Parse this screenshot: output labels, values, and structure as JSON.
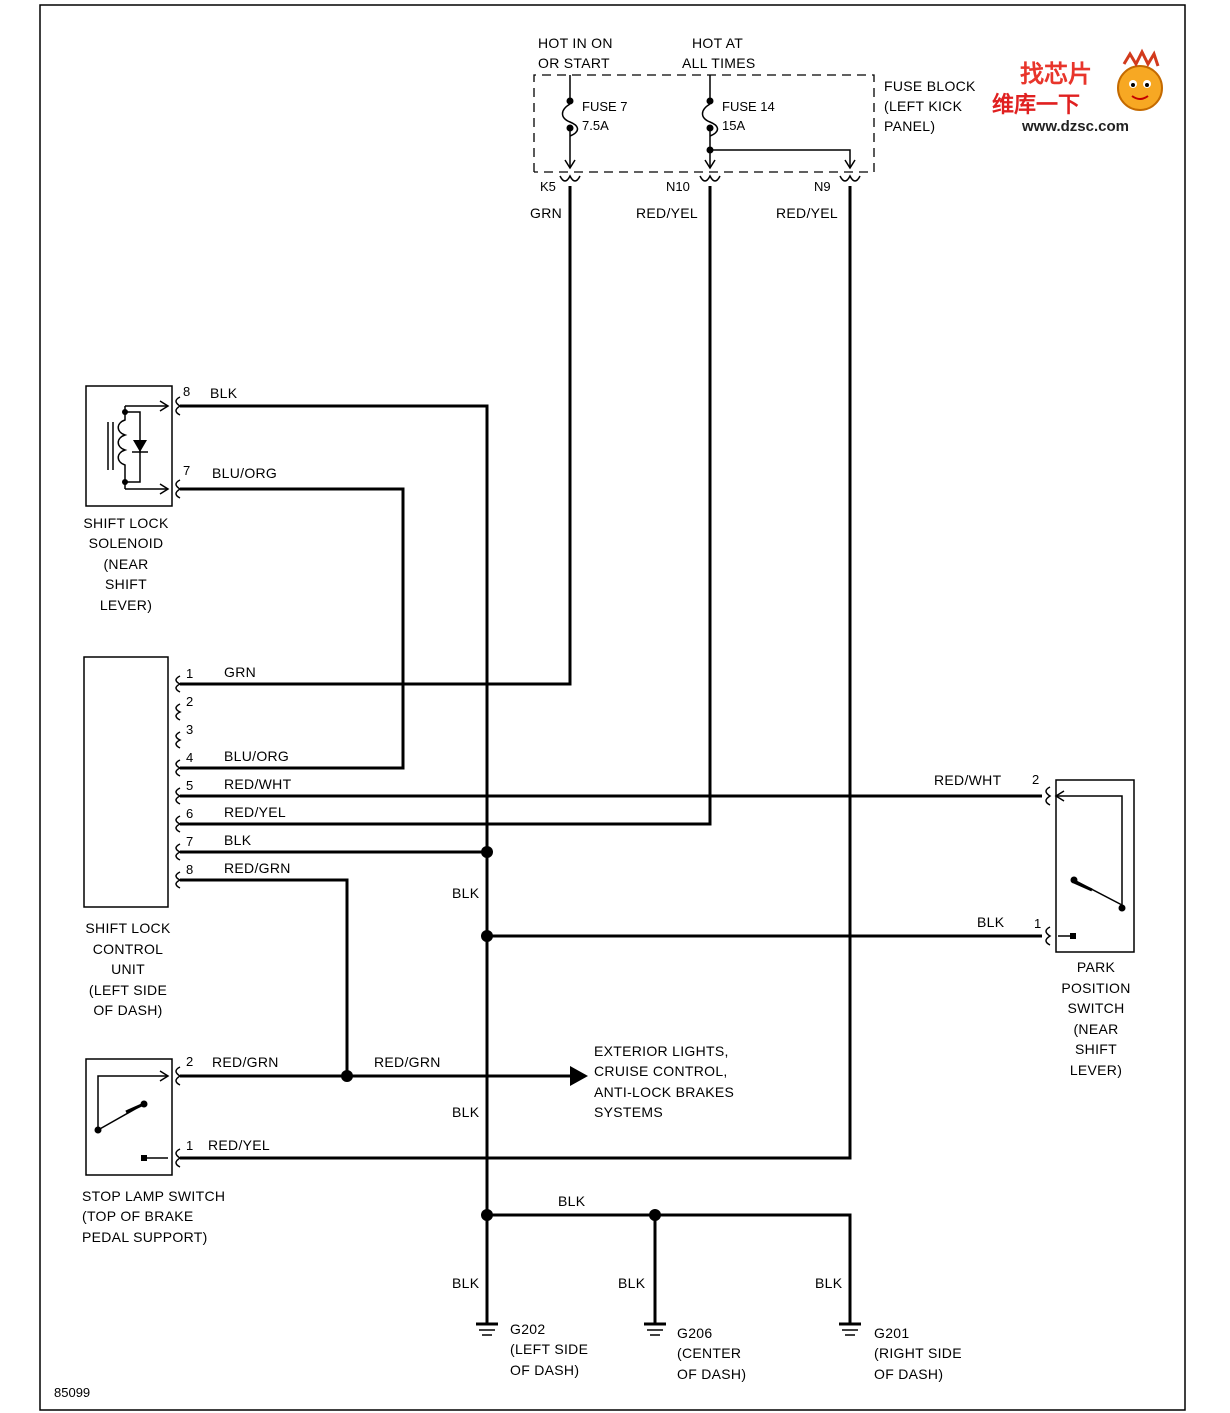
{
  "fuse_block": {
    "label_lines": [
      "FUSE BLOCK",
      "(LEFT KICK",
      "PANEL)"
    ],
    "hot_in_on": [
      "HOT IN ON",
      "OR START"
    ],
    "hot_at": [
      "HOT AT",
      "ALL TIMES"
    ],
    "fuse7": [
      "FUSE 7",
      "7.5A"
    ],
    "fuse14": [
      "FUSE 14",
      "15A"
    ],
    "terminals": [
      {
        "id": "K5",
        "wire": "GRN"
      },
      {
        "id": "N10",
        "wire": "RED/YEL"
      },
      {
        "id": "N9",
        "wire": "RED/YEL"
      }
    ]
  },
  "solenoid": {
    "label_lines": [
      "SHIFT LOCK",
      "SOLENOID",
      "(NEAR",
      "SHIFT",
      "LEVER)"
    ],
    "pins": [
      {
        "num": "8",
        "wire": "BLK"
      },
      {
        "num": "7",
        "wire": "BLU/ORG"
      }
    ]
  },
  "control_unit": {
    "label_lines": [
      "SHIFT LOCK",
      "CONTROL",
      "UNIT",
      "(LEFT SIDE",
      "OF DASH)"
    ],
    "pins": [
      {
        "num": "1",
        "wire": "GRN"
      },
      {
        "num": "2",
        "wire": ""
      },
      {
        "num": "3",
        "wire": ""
      },
      {
        "num": "4",
        "wire": "BLU/ORG"
      },
      {
        "num": "5",
        "wire": "RED/WHT"
      },
      {
        "num": "6",
        "wire": "RED/YEL"
      },
      {
        "num": "7",
        "wire": "BLK"
      },
      {
        "num": "8",
        "wire": "RED/GRN"
      }
    ]
  },
  "park_switch": {
    "label_lines": [
      "PARK",
      "POSITION",
      "SWITCH",
      "(NEAR",
      "SHIFT",
      "LEVER)"
    ],
    "pins": [
      {
        "num": "2",
        "wire": "RED/WHT"
      },
      {
        "num": "1",
        "wire": "BLK"
      }
    ]
  },
  "stop_lamp": {
    "label_lines": [
      "STOP LAMP SWITCH",
      "(TOP OF BRAKE",
      "PEDAL SUPPORT)"
    ],
    "pins": [
      {
        "num": "2",
        "wire": "RED/GRN"
      },
      {
        "num": "1",
        "wire": "RED/YEL"
      }
    ]
  },
  "exterior": {
    "wire": "RED/GRN",
    "label_lines": [
      "EXTERIOR LIGHTS,",
      "CRUISE CONTROL,",
      "ANTI-LOCK BRAKES",
      "SYSTEMS"
    ]
  },
  "blk_labels": [
    "BLK",
    "BLK",
    "BLK",
    "BLK",
    "BLK",
    "BLK"
  ],
  "grounds": [
    {
      "id": "G202",
      "lines": [
        "(LEFT SIDE",
        "OF DASH)"
      ]
    },
    {
      "id": "G206",
      "lines": [
        "(CENTER",
        "OF DASH)"
      ]
    },
    {
      "id": "G201",
      "lines": [
        "(RIGHT SIDE",
        "OF DASH)"
      ]
    }
  ],
  "watermark": {
    "top": "找芯片",
    "middle": "维库一下",
    "url": "www.dzsc.com"
  },
  "diagram_code": "85099"
}
